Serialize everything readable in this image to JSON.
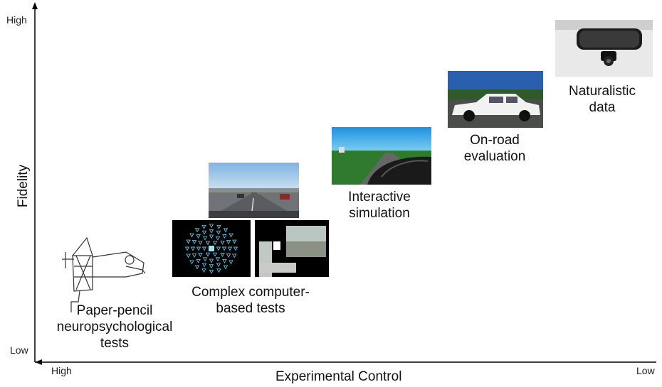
{
  "axes": {
    "y_title": "Fidelity",
    "y_high": "High",
    "y_low": "Low",
    "x_title": "Experimental Control",
    "x_high": "High",
    "x_low": "Low"
  },
  "items": [
    {
      "line1": "Paper-pencil",
      "line2": "neuropsychological",
      "line3": "tests"
    },
    {
      "line1": "Complex computer-",
      "line2": "based tests"
    },
    {
      "line1": "Interactive",
      "line2": "simulation"
    },
    {
      "line1": "On-road",
      "line2": "evaluation"
    },
    {
      "line1": "Naturalistic",
      "line2": "data"
    }
  ]
}
